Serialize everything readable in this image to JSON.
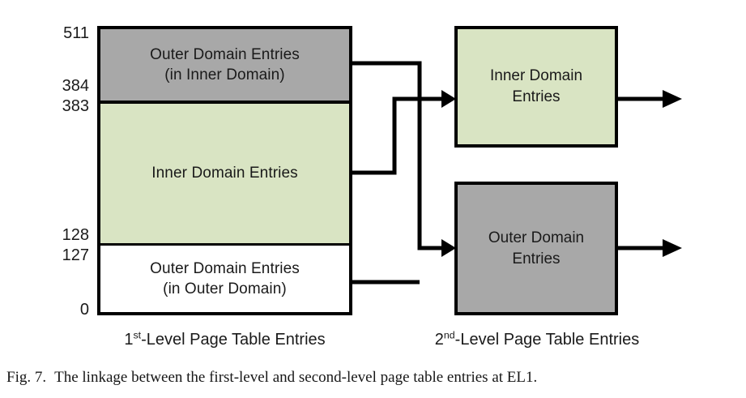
{
  "figure": {
    "label": "Fig. 7.",
    "caption": "The linkage between the first-level and second-level page table entries at EL1."
  },
  "colors": {
    "outer_domain_fill": "#a8a8a8",
    "inner_domain_fill": "#d9e4c3",
    "plain_fill": "#ffffff",
    "stroke": "#000000",
    "text": "#1a1a1a"
  },
  "level1": {
    "caption_prefix": "1",
    "caption_ordinal": "st",
    "caption_suffix": "-Level Page Table Entries",
    "caption_full": "1st-Level Page Table Entries",
    "index_labels": [
      {
        "value": "511",
        "edge": "top-of-outer-in-inner"
      },
      {
        "value": "384",
        "edge": "bottom-of-outer-in-inner"
      },
      {
        "value": "383",
        "edge": "top-of-inner"
      },
      {
        "value": "128",
        "edge": "bottom-of-inner"
      },
      {
        "value": "127",
        "edge": "top-of-outer-in-outer"
      },
      {
        "value": "0",
        "edge": "bottom-of-outer-in-outer"
      }
    ],
    "rows": [
      {
        "id": "outer-in-inner",
        "line1": "Outer Domain Entries",
        "line2": "(in Inner Domain)",
        "fill": "#a8a8a8",
        "range": "384-511"
      },
      {
        "id": "inner",
        "line1": "Inner Domain Entries",
        "line2": "",
        "fill": "#d9e4c3",
        "range": "128-383"
      },
      {
        "id": "outer-in-outer",
        "line1": "Outer Domain Entries",
        "line2": "(in Outer Domain)",
        "fill": "#ffffff",
        "range": "0-127"
      }
    ]
  },
  "level2": {
    "caption_prefix": "2",
    "caption_ordinal": "nd",
    "caption_suffix": "-Level Page Table Entries",
    "caption_full": "2nd-Level Page Table Entries",
    "boxes": [
      {
        "id": "inner-domain-entries",
        "line1": "Inner Domain",
        "line2": "Entries",
        "fill": "#d9e4c3"
      },
      {
        "id": "outer-domain-entries",
        "line1": "Outer Domain",
        "line2": "Entries",
        "fill": "#a8a8a8"
      }
    ]
  },
  "connectors": {
    "description": "Links from first-level rows to second-level tables, with output arrows leaving each second-level table to the right.",
    "items": [
      {
        "from": "outer-in-inner",
        "to": "outer-domain-entries"
      },
      {
        "from": "inner",
        "to": "inner-domain-entries"
      },
      {
        "from": "outer-in-outer",
        "to": "outer-domain-entries"
      }
    ]
  }
}
